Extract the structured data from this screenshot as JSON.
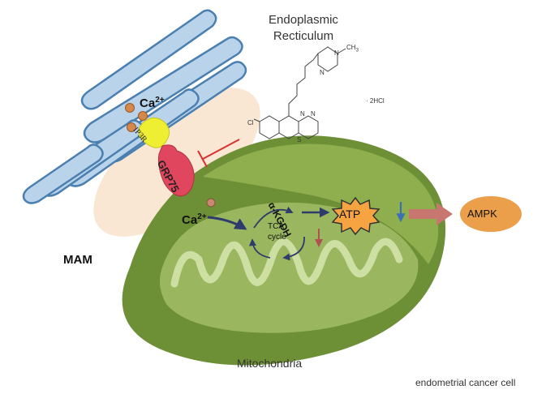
{
  "labels": {
    "er_line1": "Endoplasmic",
    "er_line2": "Recticulum",
    "mam": "MAM",
    "mitochondria": "Mitochondria",
    "cell": "endometrial cancer cell",
    "ca_er": "Ca",
    "ca_er_sup": "2+",
    "ca_mito": "Ca",
    "ca_mito_sup": "2+",
    "ip3r": "IP3R",
    "grp75": "GRP75",
    "akgdh": "α-KGDH",
    "tca_1": "TCA",
    "tca_2": "cycle",
    "atp": "ATP",
    "ampk": "AMPK"
  },
  "chemical": {
    "ch3": "CH",
    "ch3_sub": "3",
    "hcl": "· 2HCl",
    "cl": "Cl",
    "n_ring1": "N",
    "n_ring2": "N",
    "s_ring": "S",
    "n_pip1": "N",
    "n_pip2": "N"
  },
  "colors": {
    "er_fill": "#b9d3ea",
    "er_stroke": "#4a7fb0",
    "mam_fill": "#f8e3cc",
    "mito_outer": "#6d8f36",
    "mito_inner": "#a9c46f",
    "ip3r": "#eeee33",
    "grp75": "#e0475e",
    "atp": "#f6a442",
    "ampk": "#ec9f4a",
    "arrow_dark": "#2f3b6b",
    "arrow_red": "#c0504d",
    "inhibit": "#d93030",
    "arrow_ampk": "#c7776f"
  }
}
